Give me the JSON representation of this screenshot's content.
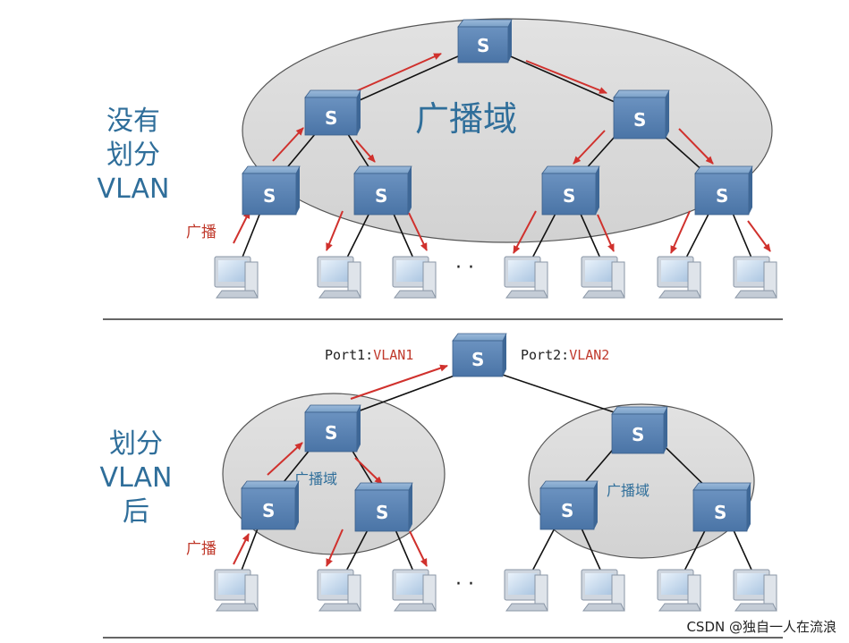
{
  "top_section": {
    "label_lines": [
      "没有",
      "划分",
      "VLAN"
    ],
    "domain_label": "广播域",
    "broadcast_label": "广播",
    "switch_label": "S",
    "ellipsis": "· ·"
  },
  "bottom_section": {
    "label_lines": [
      "划分",
      "VLAN",
      "后"
    ],
    "port1_name": "Port1:",
    "port1_vlan": "VLAN1",
    "port2_name": "Port2:",
    "port2_vlan": "VLAN2",
    "domain_label_left": "广播域",
    "domain_label_right": "广播域",
    "broadcast_label": "广播",
    "switch_label": "S",
    "ellipsis": "· ·"
  },
  "watermark": "CSDN @独自一人在流浪",
  "colors": {
    "switch_fill": "#5c86b6",
    "domain_fill": "#d9d9d9",
    "arrow": "#d0312d",
    "label_blue": "#2f6e9a"
  }
}
